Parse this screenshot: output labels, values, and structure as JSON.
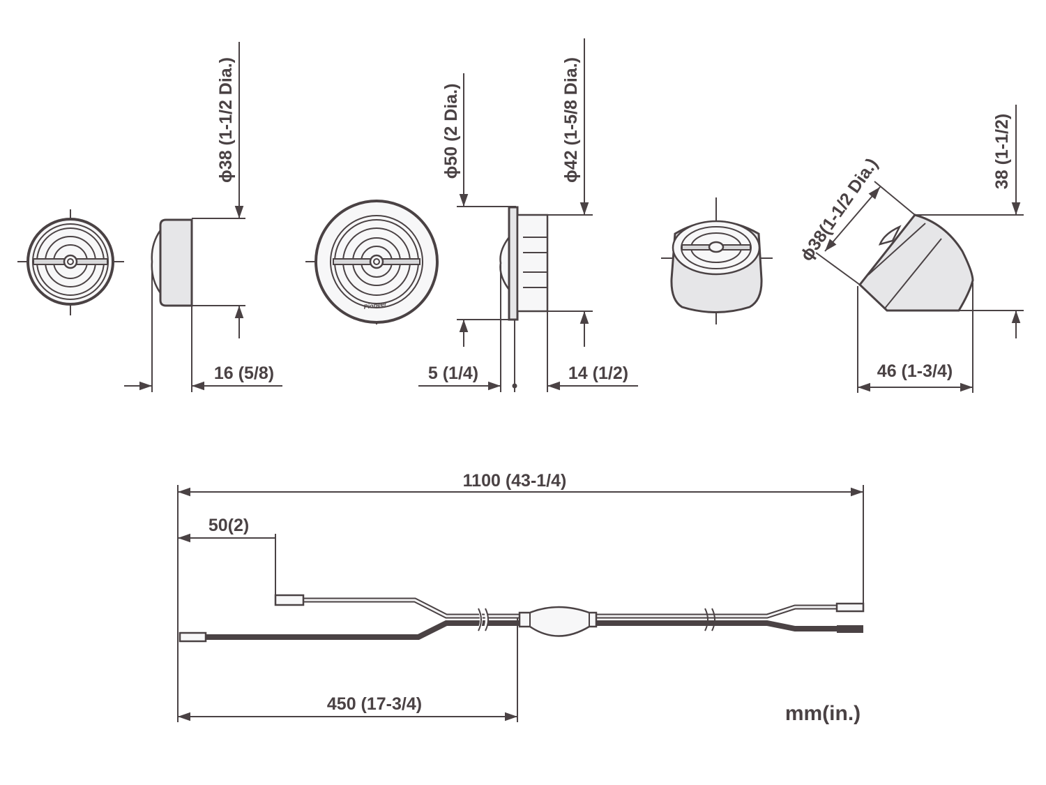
{
  "colors": {
    "line": "#4a4244",
    "body_fill": "#e6e6e8",
    "background": "#ffffff"
  },
  "dimensions": {
    "view1_diameter": "ϕ38 (1-1/2 Dia.)",
    "view1_depth": "16 (5/8)",
    "view2_outer_diameter": "ϕ50 (2 Dia.)",
    "view2_inner_diameter": "ϕ42 (1-5/8 Dia.)",
    "view2_flange": "5 (1/4)",
    "view2_depth": "14 (1/2)",
    "view4_diameter": "ϕ38(1-1/2 Dia.)",
    "view4_height": "38 (1-1/2)",
    "view4_depth": "46 (1-3/4)",
    "cable_total": "1100 (43-1/4)",
    "cable_offset": "50(2)",
    "cable_network": "450 (17-3/4)"
  },
  "logo_text": "Pioneer",
  "unit_label": "mm(in.)"
}
